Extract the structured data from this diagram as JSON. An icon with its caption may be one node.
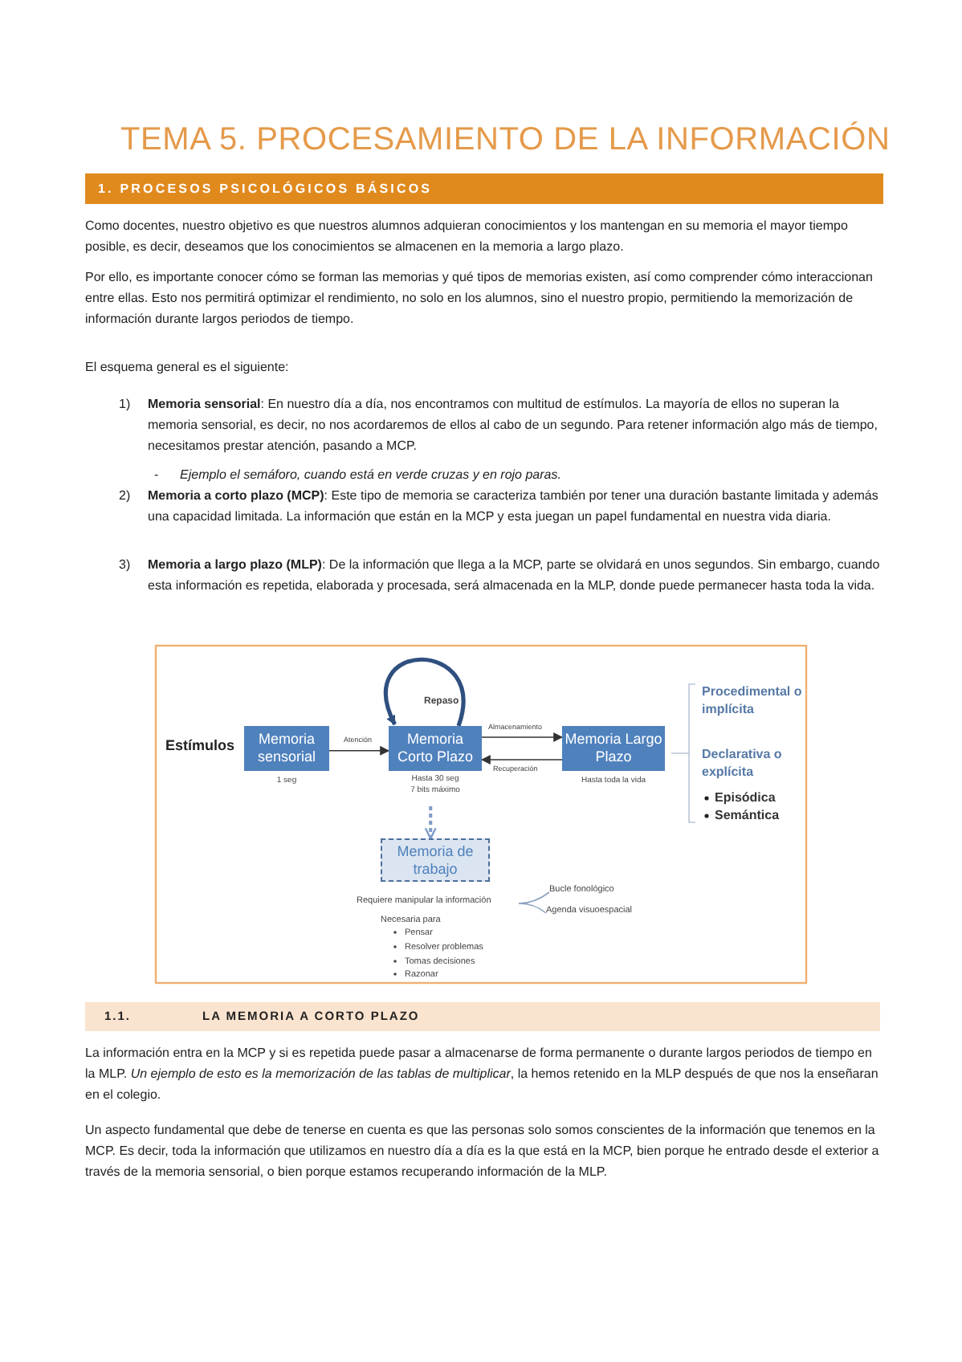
{
  "diagram": {
    "title": "TEMA 5. PROCESAMIENTO DE LA INFORMACIÓN",
    "nodes": [
      {
        "text": [
          "Estímulos"
        ]
      },
      {
        "text": [
          "Memoria sensorial"
        ],
        "beside": [
          "1 seg"
        ]
      },
      {
        "text": [
          "Memoria Corto Plazo"
        ],
        "beside": [
          "Hasta 30 seg",
          "7 bits máximo"
        ]
      },
      {
        "text": [
          "Memoria Largo Plazo"
        ],
        "beside": [
          "Hasta toda la vida"
        ]
      },
      {
        "text": [
          "Memoria de trabajo"
        ]
      },
      {
        "text": [
          "Requiere manipular la información"
        ]
      },
      {
        "text": [
          "Bucle fonológico"
        ]
      },
      {
        "text": [
          "Agenda visuoespacial"
        ]
      }
    ],
    "edges": [
      {
        "from": 1,
        "to": 2,
        "arrow": "to",
        "label": "Atención"
      },
      {
        "from": 2,
        "to": 3,
        "arrow": "to",
        "label": "Almacenamiento"
      },
      {
        "from": 3,
        "to": 2,
        "arrow": "to",
        "label": "Recuperación"
      },
      {
        "from": 2,
        "to": 2,
        "arrow": "to",
        "label": "Repaso",
        "color": "#2f4f7f",
        "style": "thick"
      },
      {
        "from": 2,
        "to": 4,
        "arrow": "to",
        "style": "dashed",
        "color": "#7f9cc8"
      },
      {
        "from": 5,
        "to": 6,
        "arrow": "none",
        "color": "#8da3c0"
      },
      {
        "from": 5,
        "to": 7,
        "arrow": "none",
        "color": "#8da3c0"
      }
    ],
    "labels": [
      "1. PROCESOS PSICOLÓGICOS BÁSICOS",
      "Como docentes, nuestro objetivo es que nuestros alumnos adquieran conocimientos y los mantengan en su memoria el mayor tiempo posible, es decir, deseamos que los conocimientos se almacenen en la memoria a largo plazo.",
      "Por ello, es importante conocer cómo se forman las memorias y qué tipos de memorias existen, así como comprender cómo interaccionan entre ellas. Esto nos permitirá optimizar el rendimiento, no solo en los alumnos, sino el nuestro propio, permitiendo la memorización de información durante largos periodos de tiempo.",
      "El esquema general es el siguiente:",
      "1)",
      "**Memoria sensorial**: En nuestro día a día, nos encontramos con multitud de estímulos. La mayoría de ellos no superan la memoria sensorial, es decir, no nos acordaremos de ellos al cabo de un segundo. Para retener información algo más de tiempo, necesitamos prestar atención, pasando a MCP.",
      "-",
      "Ejemplo el semáforo, cuando está en verde cruzas y en rojo paras.",
      "2)",
      "**Memoria a corto plazo (MCP)**: Este tipo de memoria se caracteriza también por tener una duración bastante limitada y además una capacidad limitada. La información que están en la MCP y esta juegan un papel fundamental en nuestra vida diaria.",
      "3)",
      "**Memoria a largo plazo (MLP)**: De la información que llega a la MCP, parte se olvidará en unos segundos. Sin embargo, cuando esta información es repetida, elaborada y procesada, será almacenada en la MLP, donde puede permanecer hasta toda la vida.",
      "Procedimental o implícita",
      "Declarativa o explícita",
      "Episódica",
      "Semántica",
      "Necesaria para",
      "Pensar",
      "Resolver problemas",
      "Tomas decisiones",
      "Razonar",
      "1.1.",
      "LA MEMORIA A CORTO PLAZO",
      "La información entra en la MCP y si es repetida puede pasar a almacenarse de forma permanente o durante largos periodos de tiempo en la MLP. *Un ejemplo de esto es la memorización de las tablas de multiplicar*, la hemos retenido en la MLP después de que nos la enseñaran en el colegio.",
      "Un aspecto fundamental que debe de tenerse en cuenta es que las personas solo somos conscientes de la información que tenemos en la MCP. Es decir, toda la información que utilizamos en nuestro día a día es la que está en la MCP, bien porque he entrado desde el exterior a través de la memoria sensorial, o bien porque estamos recuperando información de la MLP."
    ]
  }
}
